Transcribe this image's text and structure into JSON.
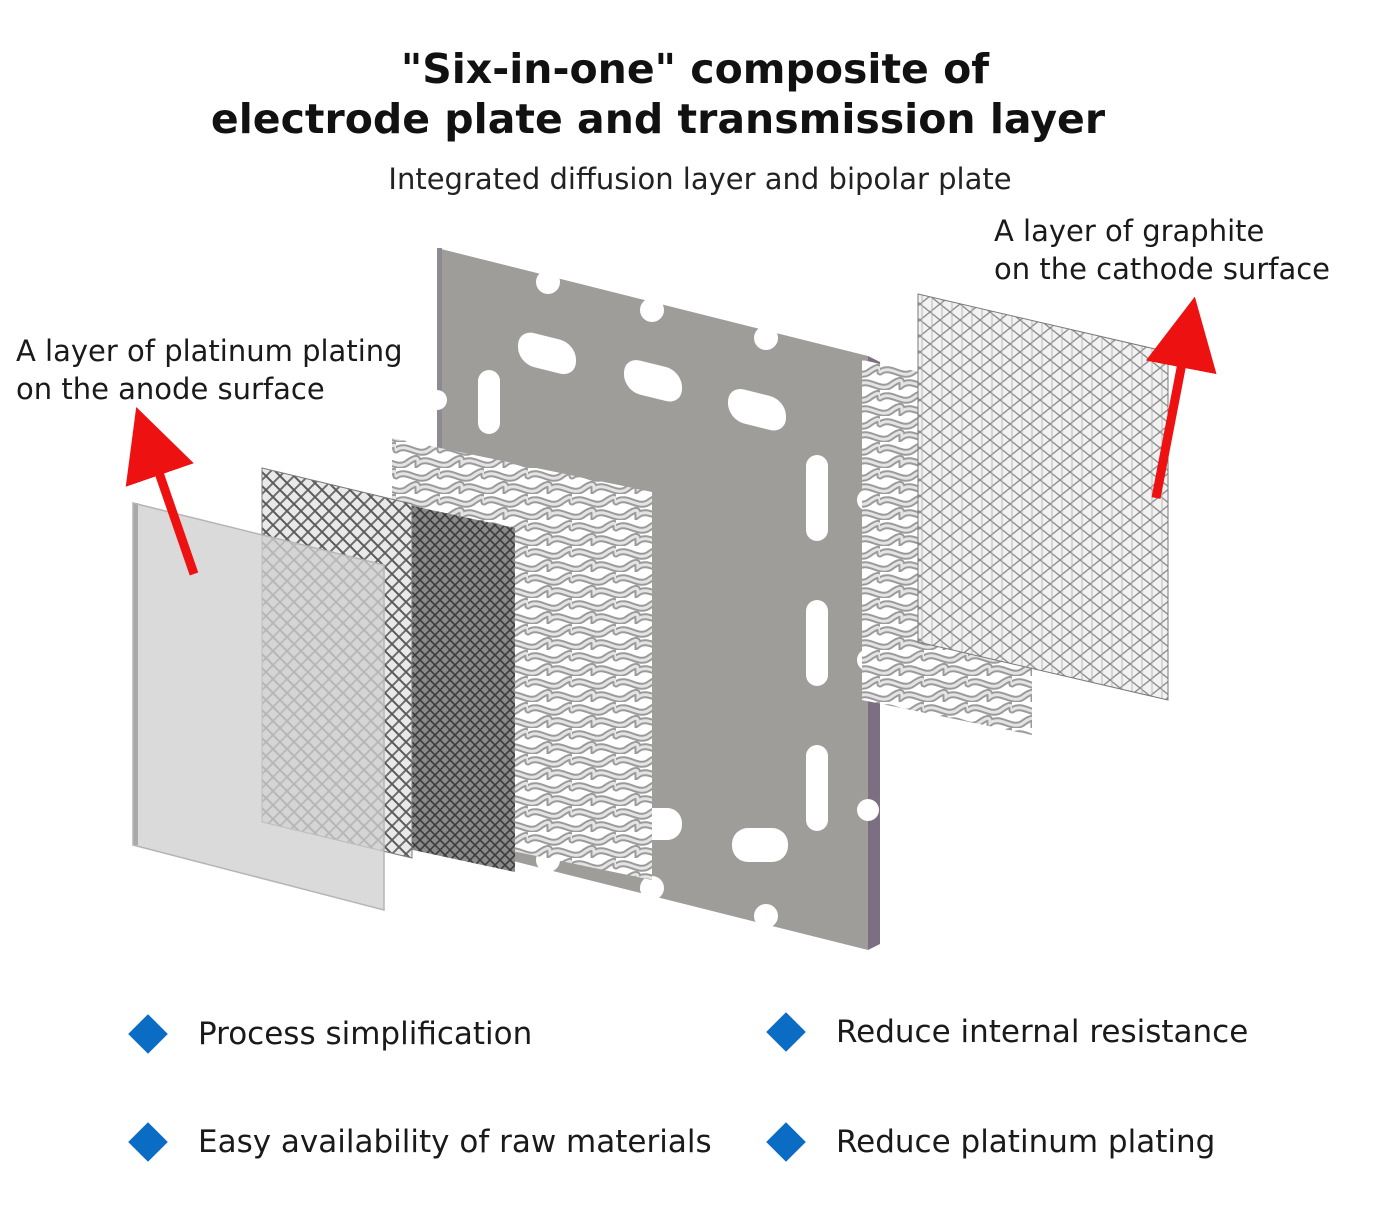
{
  "title": {
    "line1": "\"Six-in-one\" composite of",
    "line2": "electrode plate and transmission layer"
  },
  "subtitle": "Integrated diffusion layer and bipolar plate",
  "callouts": {
    "anode": {
      "line1": "A layer of platinum plating",
      "line2": "on the anode surface"
    },
    "cathode": {
      "line1": "A layer of graphite",
      "line2": "on the cathode surface"
    }
  },
  "features": [
    {
      "label": "Process simplification"
    },
    {
      "label": "Reduce internal resistance"
    },
    {
      "label": "Easy availability of raw materials"
    },
    {
      "label": "Reduce platinum plating"
    }
  ],
  "colors": {
    "arrow": "#ee1111",
    "bullet": "#0a6cc2",
    "plate": "#9f9d9a",
    "plate_edge": "#7d6f82",
    "film": "#cfcfcf"
  }
}
